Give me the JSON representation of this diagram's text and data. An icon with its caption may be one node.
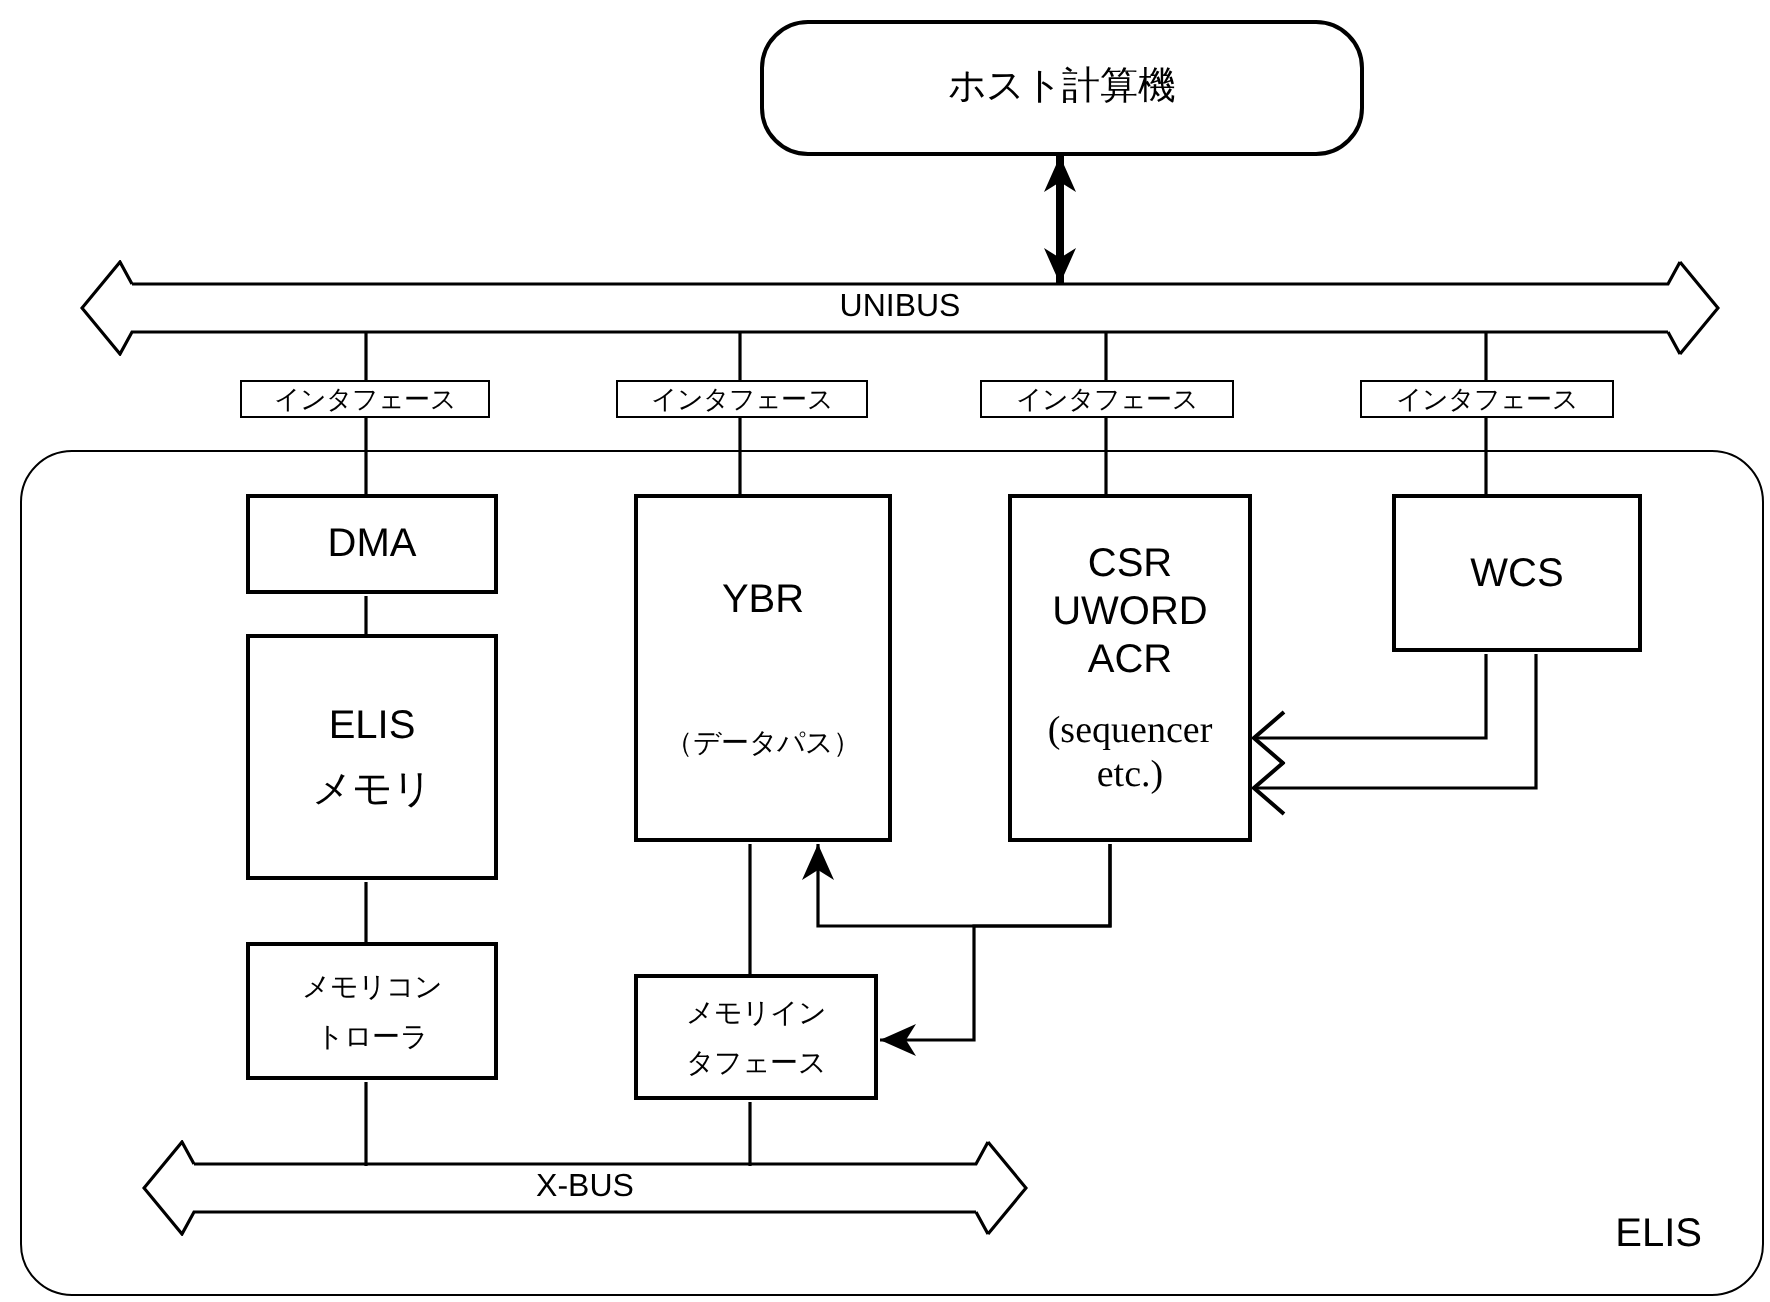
{
  "diagram": {
    "nodes": [
      {
        "text": [
          "ホスト計算機"
        ]
      },
      {
        "text": [
          "UNIBUS"
        ]
      },
      {
        "text": [
          "インタフェース"
        ]
      },
      {
        "text": [
          "インタフェース"
        ]
      },
      {
        "text": [
          "インタフェース"
        ]
      },
      {
        "text": [
          "インタフェース"
        ]
      },
      {
        "text": [
          "ELIS"
        ]
      },
      {
        "text": [
          "DMA"
        ],
        "in": 6
      },
      {
        "text": [
          "ELIS メモリ"
        ],
        "in": 6
      },
      {
        "text": [
          "メモリコントローラ"
        ],
        "in": 6
      },
      {
        "text": [
          "YBR",
          "（データパス）"
        ],
        "in": 6
      },
      {
        "text": [
          "メモリインタフェース"
        ],
        "in": 6
      },
      {
        "text": [
          "CSR UWORD ACR",
          "(sequencer etc.)"
        ],
        "in": 6
      },
      {
        "text": [
          "WCS"
        ],
        "in": 6
      },
      {
        "text": [
          "X-BUS"
        ],
        "in": 6
      }
    ],
    "edges": [
      {
        "from": 0,
        "to": 1,
        "arrow": "both",
        "style": "thick"
      },
      {
        "from": 1,
        "to": 2,
        "arrow": "none"
      },
      {
        "from": 1,
        "to": 3,
        "arrow": "none"
      },
      {
        "from": 1,
        "to": 4,
        "arrow": "none"
      },
      {
        "from": 1,
        "to": 5,
        "arrow": "none"
      },
      {
        "from": 2,
        "to": 7,
        "arrow": "none"
      },
      {
        "from": 3,
        "to": 10,
        "arrow": "none"
      },
      {
        "from": 4,
        "to": 12,
        "arrow": "none"
      },
      {
        "from": 5,
        "to": 13,
        "arrow": "none"
      },
      {
        "from": 7,
        "to": 8,
        "arrow": "none"
      },
      {
        "from": 8,
        "to": 9,
        "arrow": "none"
      },
      {
        "from": 9,
        "to": 14,
        "arrow": "none"
      },
      {
        "from": 10,
        "to": 11,
        "arrow": "none"
      },
      {
        "from": 11,
        "to": 14,
        "arrow": "none"
      },
      {
        "from": 12,
        "to": 10,
        "arrow": "to"
      },
      {
        "from": 12,
        "to": 11,
        "arrow": "to"
      },
      {
        "from": 13,
        "to": 12,
        "arrow": "to"
      },
      {
        "from": 13,
        "to": 12,
        "arrow": "to"
      }
    ]
  }
}
